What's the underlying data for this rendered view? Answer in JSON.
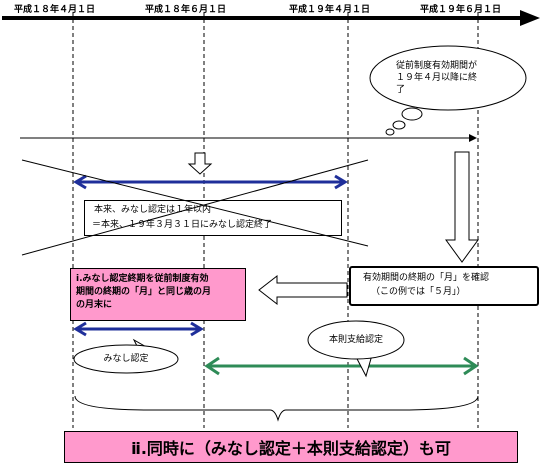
{
  "timeline": {
    "dates": [
      "平成１８年４月１日",
      "平成１８年６月１日",
      "平成１９年４月１日",
      "平成１９年６月１日"
    ]
  },
  "cloud": {
    "lines": [
      "従前制度有効期間が",
      "１９年４月以降に終",
      "了"
    ]
  },
  "crossed_box": {
    "lines": [
      "本来、みなし認定は１年以内",
      "＝本来、１９年３月３１日にみなし認定終了"
    ]
  },
  "confirm_box": {
    "lines": [
      "有効期間の終期の「月」を確認",
      "（この例では「５月」）"
    ]
  },
  "option_one": {
    "lines": [
      "ⅰ.みなし認定終期を従前制度有効",
      "期間の終期の「月」と同じ歳の月",
      "の月末に"
    ]
  },
  "bubble_minashi": {
    "label": "みなし認定"
  },
  "bubble_honsoku": {
    "label": "本則支給認定"
  },
  "option_two": {
    "label": "ⅱ.同時に（みなし認定＋本則支給認定）も可"
  },
  "colors": {
    "blue_arrow": "#1f2f9a",
    "green_arrow": "#2e8b57",
    "pink": "#ff99cc"
  }
}
